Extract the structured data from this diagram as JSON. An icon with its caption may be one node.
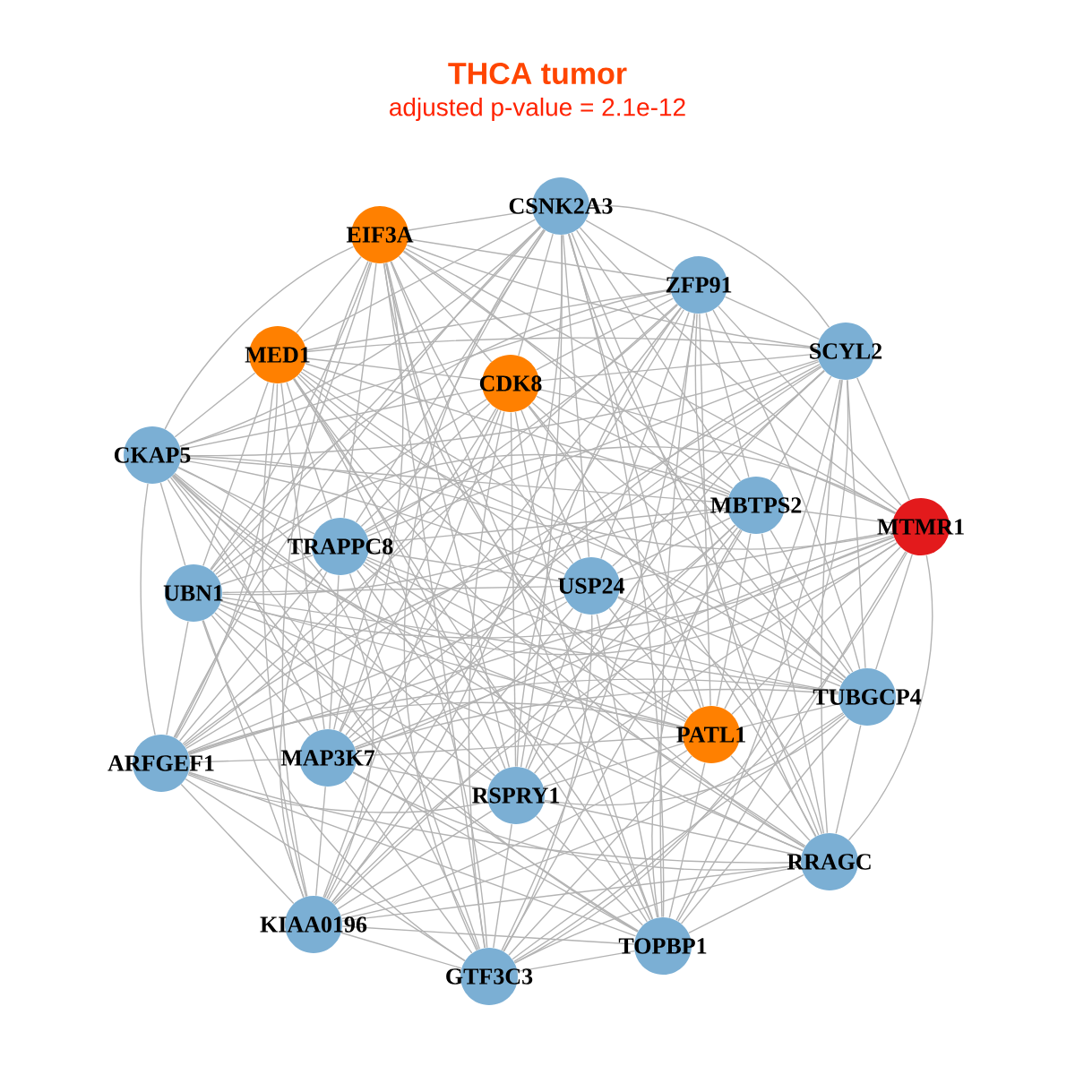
{
  "diagram": {
    "title": "THCA tumor",
    "labels": [
      "adjusted p-value = 2.1e-12"
    ],
    "nodes": [
      {
        "text": [
          "CSNK2A3"
        ]
      },
      {
        "text": [
          "EIF3A"
        ]
      },
      {
        "text": [
          "ZFP91"
        ]
      },
      {
        "text": [
          "MED1"
        ]
      },
      {
        "text": [
          "SCYL2"
        ]
      },
      {
        "text": [
          "CDK8"
        ]
      },
      {
        "text": [
          "CKAP5"
        ]
      },
      {
        "text": [
          "MBTPS2"
        ]
      },
      {
        "text": [
          "MTMR1"
        ]
      },
      {
        "text": [
          "TRAPPC8"
        ]
      },
      {
        "text": [
          "USP24"
        ]
      },
      {
        "text": [
          "UBN1"
        ]
      },
      {
        "text": [
          "TUBGCP4"
        ]
      },
      {
        "text": [
          "PATL1"
        ]
      },
      {
        "text": [
          "ARFGEF1"
        ]
      },
      {
        "text": [
          "MAP3K7"
        ]
      },
      {
        "text": [
          "RSPRY1"
        ]
      },
      {
        "text": [
          "RRAGC"
        ]
      },
      {
        "text": [
          "KIAA0196"
        ]
      },
      {
        "text": [
          "TOPBP1"
        ]
      },
      {
        "text": [
          "GTF3C3"
        ]
      }
    ],
    "edges": [
      {
        "from": 0,
        "to": 1,
        "arrow": "none"
      },
      {
        "from": 0,
        "to": 2,
        "arrow": "none"
      },
      {
        "from": 0,
        "to": 3,
        "arrow": "none"
      },
      {
        "from": 0,
        "to": 4,
        "arrow": "none"
      },
      {
        "from": 0,
        "to": 5,
        "arrow": "none"
      },
      {
        "from": 0,
        "to": 6,
        "arrow": "none"
      },
      {
        "from": 0,
        "to": 7,
        "arrow": "none"
      },
      {
        "from": 0,
        "to": 8,
        "arrow": "none"
      },
      {
        "from": 0,
        "to": 9,
        "arrow": "none"
      },
      {
        "from": 0,
        "to": 10,
        "arrow": "none"
      },
      {
        "from": 0,
        "to": 11,
        "arrow": "none"
      },
      {
        "from": 0,
        "to": 12,
        "arrow": "none"
      },
      {
        "from": 0,
        "to": 13,
        "arrow": "none"
      },
      {
        "from": 0,
        "to": 14,
        "arrow": "none"
      },
      {
        "from": 0,
        "to": 15,
        "arrow": "none"
      },
      {
        "from": 0,
        "to": 16,
        "arrow": "none"
      },
      {
        "from": 0,
        "to": 17,
        "arrow": "none"
      },
      {
        "from": 0,
        "to": 18,
        "arrow": "none"
      },
      {
        "from": 0,
        "to": 19,
        "arrow": "none"
      },
      {
        "from": 0,
        "to": 20,
        "arrow": "none"
      },
      {
        "from": 1,
        "to": 2,
        "arrow": "none"
      },
      {
        "from": 1,
        "to": 3,
        "arrow": "none"
      },
      {
        "from": 1,
        "to": 4,
        "arrow": "none"
      },
      {
        "from": 1,
        "to": 5,
        "arrow": "none"
      },
      {
        "from": 1,
        "to": 6,
        "arrow": "none"
      },
      {
        "from": 1,
        "to": 7,
        "arrow": "none"
      },
      {
        "from": 1,
        "to": 8,
        "arrow": "none"
      },
      {
        "from": 1,
        "to": 9,
        "arrow": "none"
      },
      {
        "from": 1,
        "to": 10,
        "arrow": "none"
      },
      {
        "from": 1,
        "to": 11,
        "arrow": "none"
      },
      {
        "from": 1,
        "to": 12,
        "arrow": "none"
      },
      {
        "from": 1,
        "to": 13,
        "arrow": "none"
      },
      {
        "from": 1,
        "to": 14,
        "arrow": "none"
      },
      {
        "from": 1,
        "to": 15,
        "arrow": "none"
      },
      {
        "from": 1,
        "to": 16,
        "arrow": "none"
      },
      {
        "from": 1,
        "to": 17,
        "arrow": "none"
      },
      {
        "from": 1,
        "to": 18,
        "arrow": "none"
      },
      {
        "from": 1,
        "to": 19,
        "arrow": "none"
      },
      {
        "from": 1,
        "to": 20,
        "arrow": "none"
      },
      {
        "from": 2,
        "to": 3,
        "arrow": "none"
      },
      {
        "from": 2,
        "to": 4,
        "arrow": "none"
      },
      {
        "from": 2,
        "to": 5,
        "arrow": "none"
      },
      {
        "from": 2,
        "to": 6,
        "arrow": "none"
      },
      {
        "from": 2,
        "to": 7,
        "arrow": "none"
      },
      {
        "from": 2,
        "to": 8,
        "arrow": "none"
      },
      {
        "from": 2,
        "to": 9,
        "arrow": "none"
      },
      {
        "from": 2,
        "to": 10,
        "arrow": "none"
      },
      {
        "from": 2,
        "to": 11,
        "arrow": "none"
      },
      {
        "from": 2,
        "to": 12,
        "arrow": "none"
      },
      {
        "from": 2,
        "to": 13,
        "arrow": "none"
      },
      {
        "from": 2,
        "to": 14,
        "arrow": "none"
      },
      {
        "from": 2,
        "to": 15,
        "arrow": "none"
      },
      {
        "from": 2,
        "to": 16,
        "arrow": "none"
      },
      {
        "from": 2,
        "to": 17,
        "arrow": "none"
      },
      {
        "from": 2,
        "to": 18,
        "arrow": "none"
      },
      {
        "from": 2,
        "to": 19,
        "arrow": "none"
      },
      {
        "from": 2,
        "to": 20,
        "arrow": "none"
      },
      {
        "from": 3,
        "to": 4,
        "arrow": "none"
      },
      {
        "from": 3,
        "to": 5,
        "arrow": "none"
      },
      {
        "from": 3,
        "to": 6,
        "arrow": "none"
      },
      {
        "from": 3,
        "to": 7,
        "arrow": "none"
      },
      {
        "from": 3,
        "to": 8,
        "arrow": "none"
      },
      {
        "from": 3,
        "to": 9,
        "arrow": "none"
      },
      {
        "from": 3,
        "to": 10,
        "arrow": "none"
      },
      {
        "from": 3,
        "to": 11,
        "arrow": "none"
      },
      {
        "from": 3,
        "to": 12,
        "arrow": "none"
      },
      {
        "from": 3,
        "to": 13,
        "arrow": "none"
      },
      {
        "from": 3,
        "to": 14,
        "arrow": "none"
      },
      {
        "from": 3,
        "to": 15,
        "arrow": "none"
      },
      {
        "from": 3,
        "to": 16,
        "arrow": "none"
      },
      {
        "from": 3,
        "to": 17,
        "arrow": "none"
      },
      {
        "from": 3,
        "to": 18,
        "arrow": "none"
      },
      {
        "from": 3,
        "to": 19,
        "arrow": "none"
      },
      {
        "from": 3,
        "to": 20,
        "arrow": "none"
      },
      {
        "from": 4,
        "to": 5,
        "arrow": "none"
      },
      {
        "from": 4,
        "to": 6,
        "arrow": "none"
      },
      {
        "from": 4,
        "to": 7,
        "arrow": "none"
      },
      {
        "from": 4,
        "to": 8,
        "arrow": "none"
      },
      {
        "from": 4,
        "to": 9,
        "arrow": "none"
      },
      {
        "from": 4,
        "to": 10,
        "arrow": "none"
      },
      {
        "from": 4,
        "to": 11,
        "arrow": "none"
      },
      {
        "from": 4,
        "to": 12,
        "arrow": "none"
      },
      {
        "from": 4,
        "to": 13,
        "arrow": "none"
      },
      {
        "from": 4,
        "to": 14,
        "arrow": "none"
      },
      {
        "from": 4,
        "to": 15,
        "arrow": "none"
      },
      {
        "from": 4,
        "to": 16,
        "arrow": "none"
      },
      {
        "from": 4,
        "to": 17,
        "arrow": "none"
      },
      {
        "from": 4,
        "to": 18,
        "arrow": "none"
      },
      {
        "from": 4,
        "to": 19,
        "arrow": "none"
      },
      {
        "from": 4,
        "to": 20,
        "arrow": "none"
      },
      {
        "from": 5,
        "to": 6,
        "arrow": "none"
      },
      {
        "from": 5,
        "to": 7,
        "arrow": "none"
      },
      {
        "from": 5,
        "to": 8,
        "arrow": "none"
      },
      {
        "from": 5,
        "to": 9,
        "arrow": "none"
      },
      {
        "from": 5,
        "to": 10,
        "arrow": "none"
      },
      {
        "from": 5,
        "to": 11,
        "arrow": "none"
      },
      {
        "from": 5,
        "to": 12,
        "arrow": "none"
      },
      {
        "from": 5,
        "to": 13,
        "arrow": "none"
      },
      {
        "from": 5,
        "to": 14,
        "arrow": "none"
      },
      {
        "from": 5,
        "to": 15,
        "arrow": "none"
      },
      {
        "from": 5,
        "to": 16,
        "arrow": "none"
      },
      {
        "from": 5,
        "to": 17,
        "arrow": "none"
      },
      {
        "from": 5,
        "to": 18,
        "arrow": "none"
      },
      {
        "from": 5,
        "to": 19,
        "arrow": "none"
      },
      {
        "from": 5,
        "to": 20,
        "arrow": "none"
      },
      {
        "from": 6,
        "to": 7,
        "arrow": "none"
      },
      {
        "from": 6,
        "to": 8,
        "arrow": "none"
      },
      {
        "from": 6,
        "to": 9,
        "arrow": "none"
      },
      {
        "from": 6,
        "to": 10,
        "arrow": "none"
      },
      {
        "from": 6,
        "to": 11,
        "arrow": "none"
      },
      {
        "from": 6,
        "to": 12,
        "arrow": "none"
      },
      {
        "from": 6,
        "to": 13,
        "arrow": "none"
      },
      {
        "from": 6,
        "to": 14,
        "arrow": "none"
      },
      {
        "from": 6,
        "to": 15,
        "arrow": "none"
      },
      {
        "from": 6,
        "to": 16,
        "arrow": "none"
      },
      {
        "from": 6,
        "to": 17,
        "arrow": "none"
      },
      {
        "from": 6,
        "to": 18,
        "arrow": "none"
      },
      {
        "from": 6,
        "to": 19,
        "arrow": "none"
      },
      {
        "from": 6,
        "to": 20,
        "arrow": "none"
      },
      {
        "from": 7,
        "to": 8,
        "arrow": "none"
      },
      {
        "from": 7,
        "to": 9,
        "arrow": "none"
      },
      {
        "from": 7,
        "to": 10,
        "arrow": "none"
      },
      {
        "from": 7,
        "to": 11,
        "arrow": "none"
      },
      {
        "from": 7,
        "to": 12,
        "arrow": "none"
      },
      {
        "from": 7,
        "to": 13,
        "arrow": "none"
      },
      {
        "from": 7,
        "to": 14,
        "arrow": "none"
      },
      {
        "from": 7,
        "to": 15,
        "arrow": "none"
      },
      {
        "from": 7,
        "to": 16,
        "arrow": "none"
      },
      {
        "from": 7,
        "to": 17,
        "arrow": "none"
      },
      {
        "from": 7,
        "to": 18,
        "arrow": "none"
      },
      {
        "from": 7,
        "to": 19,
        "arrow": "none"
      },
      {
        "from": 7,
        "to": 20,
        "arrow": "none"
      },
      {
        "from": 8,
        "to": 9,
        "arrow": "none"
      },
      {
        "from": 8,
        "to": 10,
        "arrow": "none"
      },
      {
        "from": 8,
        "to": 11,
        "arrow": "none"
      },
      {
        "from": 8,
        "to": 12,
        "arrow": "none"
      },
      {
        "from": 8,
        "to": 13,
        "arrow": "none"
      },
      {
        "from": 8,
        "to": 14,
        "arrow": "none"
      },
      {
        "from": 8,
        "to": 15,
        "arrow": "none"
      },
      {
        "from": 8,
        "to": 16,
        "arrow": "none"
      },
      {
        "from": 8,
        "to": 17,
        "arrow": "none"
      },
      {
        "from": 8,
        "to": 18,
        "arrow": "none"
      },
      {
        "from": 8,
        "to": 19,
        "arrow": "none"
      },
      {
        "from": 8,
        "to": 20,
        "arrow": "none"
      },
      {
        "from": 9,
        "to": 10,
        "arrow": "none"
      },
      {
        "from": 9,
        "to": 11,
        "arrow": "none"
      },
      {
        "from": 9,
        "to": 12,
        "arrow": "none"
      },
      {
        "from": 9,
        "to": 13,
        "arrow": "none"
      },
      {
        "from": 9,
        "to": 14,
        "arrow": "none"
      },
      {
        "from": 9,
        "to": 15,
        "arrow": "none"
      },
      {
        "from": 9,
        "to": 16,
        "arrow": "none"
      },
      {
        "from": 9,
        "to": 17,
        "arrow": "none"
      },
      {
        "from": 9,
        "to": 18,
        "arrow": "none"
      },
      {
        "from": 9,
        "to": 19,
        "arrow": "none"
      },
      {
        "from": 9,
        "to": 20,
        "arrow": "none"
      },
      {
        "from": 10,
        "to": 11,
        "arrow": "none"
      },
      {
        "from": 10,
        "to": 12,
        "arrow": "none"
      },
      {
        "from": 10,
        "to": 13,
        "arrow": "none"
      },
      {
        "from": 10,
        "to": 14,
        "arrow": "none"
      },
      {
        "from": 10,
        "to": 15,
        "arrow": "none"
      },
      {
        "from": 10,
        "to": 16,
        "arrow": "none"
      },
      {
        "from": 10,
        "to": 17,
        "arrow": "none"
      },
      {
        "from": 10,
        "to": 18,
        "arrow": "none"
      },
      {
        "from": 10,
        "to": 19,
        "arrow": "none"
      },
      {
        "from": 10,
        "to": 20,
        "arrow": "none"
      },
      {
        "from": 11,
        "to": 12,
        "arrow": "none"
      },
      {
        "from": 11,
        "to": 13,
        "arrow": "none"
      },
      {
        "from": 11,
        "to": 14,
        "arrow": "none"
      },
      {
        "from": 11,
        "to": 15,
        "arrow": "none"
      },
      {
        "from": 11,
        "to": 16,
        "arrow": "none"
      },
      {
        "from": 11,
        "to": 17,
        "arrow": "none"
      },
      {
        "from": 11,
        "to": 18,
        "arrow": "none"
      },
      {
        "from": 11,
        "to": 19,
        "arrow": "none"
      },
      {
        "from": 11,
        "to": 20,
        "arrow": "none"
      },
      {
        "from": 12,
        "to": 13,
        "arrow": "none"
      },
      {
        "from": 12,
        "to": 14,
        "arrow": "none"
      },
      {
        "from": 12,
        "to": 15,
        "arrow": "none"
      },
      {
        "from": 12,
        "to": 16,
        "arrow": "none"
      },
      {
        "from": 12,
        "to": 17,
        "arrow": "none"
      },
      {
        "from": 12,
        "to": 18,
        "arrow": "none"
      },
      {
        "from": 12,
        "to": 19,
        "arrow": "none"
      },
      {
        "from": 12,
        "to": 20,
        "arrow": "none"
      },
      {
        "from": 13,
        "to": 14,
        "arrow": "none"
      },
      {
        "from": 13,
        "to": 15,
        "arrow": "none"
      },
      {
        "from": 13,
        "to": 16,
        "arrow": "none"
      },
      {
        "from": 13,
        "to": 17,
        "arrow": "none"
      },
      {
        "from": 13,
        "to": 18,
        "arrow": "none"
      },
      {
        "from": 13,
        "to": 19,
        "arrow": "none"
      },
      {
        "from": 13,
        "to": 20,
        "arrow": "none"
      },
      {
        "from": 14,
        "to": 15,
        "arrow": "none"
      },
      {
        "from": 14,
        "to": 16,
        "arrow": "none"
      },
      {
        "from": 14,
        "to": 17,
        "arrow": "none"
      },
      {
        "from": 14,
        "to": 18,
        "arrow": "none"
      },
      {
        "from": 14,
        "to": 19,
        "arrow": "none"
      },
      {
        "from": 14,
        "to": 20,
        "arrow": "none"
      },
      {
        "from": 15,
        "to": 16,
        "arrow": "none"
      },
      {
        "from": 15,
        "to": 17,
        "arrow": "none"
      },
      {
        "from": 15,
        "to": 18,
        "arrow": "none"
      },
      {
        "from": 15,
        "to": 19,
        "arrow": "none"
      },
      {
        "from": 15,
        "to": 20,
        "arrow": "none"
      },
      {
        "from": 16,
        "to": 17,
        "arrow": "none"
      },
      {
        "from": 16,
        "to": 18,
        "arrow": "none"
      },
      {
        "from": 16,
        "to": 19,
        "arrow": "none"
      },
      {
        "from": 16,
        "to": 20,
        "arrow": "none"
      },
      {
        "from": 17,
        "to": 18,
        "arrow": "none"
      },
      {
        "from": 17,
        "to": 19,
        "arrow": "none"
      },
      {
        "from": 17,
        "to": 20,
        "arrow": "none"
      },
      {
        "from": 18,
        "to": 19,
        "arrow": "none"
      },
      {
        "from": 18,
        "to": 20,
        "arrow": "none"
      },
      {
        "from": 19,
        "to": 20,
        "arrow": "none"
      }
    ]
  }
}
